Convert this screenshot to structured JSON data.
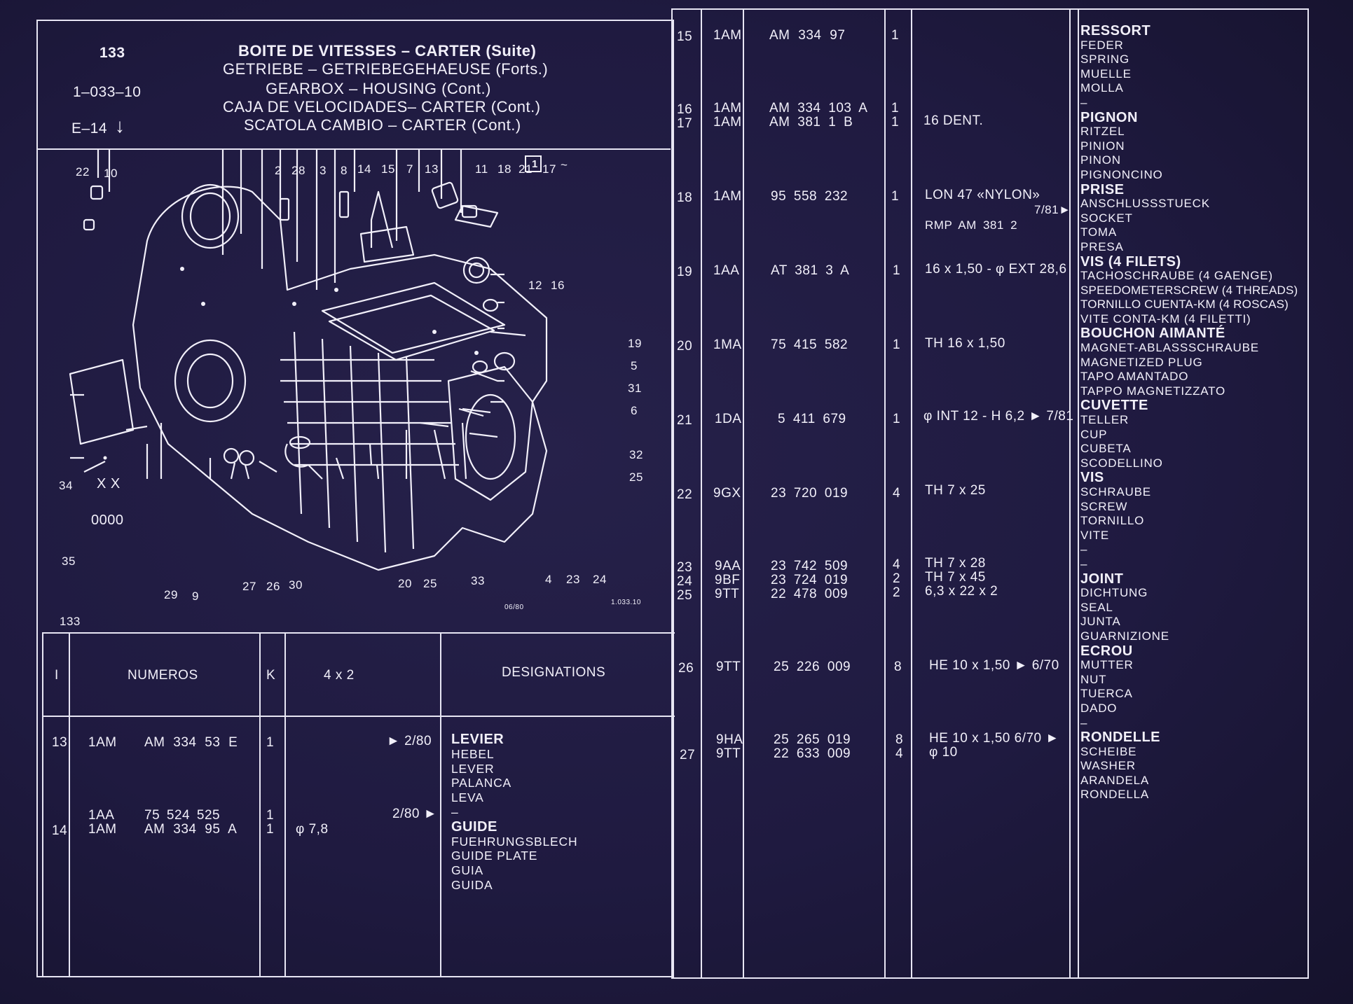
{
  "header": {
    "page": "133",
    "group": "1–033–10",
    "ref": "E–14",
    "arrow": "↓",
    "titles": [
      "BOITE DE VITESSES – CARTER (Suite)",
      "GETRIEBE – GETRIEBEGEHAEUSE (Forts.)",
      "GEARBOX – HOUSING (Cont.)",
      "CAJA DE VELOCIDADES– CARTER (Cont.)",
      "SCATOLA CAMBIO – CARTER (Cont.)"
    ]
  },
  "diagram": {
    "box_number": "1",
    "page_label": "133",
    "ref_code": "1.033.10",
    "date_code": "06/80",
    "callouts_top": [
      "22",
      "10",
      "2",
      "28",
      "3",
      "8",
      "14",
      "15",
      "7",
      "13",
      "11",
      "18",
      "21",
      "17",
      "~"
    ],
    "callouts_mid": [
      "12",
      "16"
    ],
    "callouts_right": [
      "19",
      "5",
      "31",
      "6",
      "32",
      "25"
    ],
    "callouts_left": [
      "34",
      "35"
    ],
    "callouts_bottom": [
      "29",
      "9",
      "27",
      "26",
      "30",
      "20",
      "25",
      "33",
      "4",
      "23",
      "24"
    ],
    "plate_text": [
      "X X",
      "0000"
    ]
  },
  "table_header": {
    "index": "I",
    "numbers": "NUMEROS",
    "k": "K",
    "variant": "4 x 2",
    "designations": "DESIGNATIONS"
  },
  "left_rows": [
    {
      "idx": "13",
      "code": "1AM",
      "number": "AM 334 53 E",
      "qty": "1",
      "note": "",
      "date": "► 2/80"
    },
    {
      "idx": "",
      "code": "1AA",
      "number": "75 524 525",
      "qty": "1",
      "note": "",
      "date": "2/80 ►"
    },
    {
      "idx": "14",
      "code": "1AM",
      "number": "AM 334 95 A",
      "qty": "1",
      "note": "φ 7,8",
      "date": ""
    }
  ],
  "left_designations": [
    {
      "head": "LEVIER",
      "lines": [
        "HEBEL",
        "LEVER",
        "PALANCA",
        "LEVA"
      ]
    },
    {
      "head": "–",
      "lines": []
    },
    {
      "head": "GUIDE",
      "lines": [
        "FUEHRUNGSBLECH",
        "GUIDE PLATE",
        "GUIA",
        "GUIDA"
      ]
    }
  ],
  "right_rows": [
    {
      "idx": "15",
      "code": "1AM",
      "number": "AM 334 97",
      "qty": "1",
      "note": ""
    },
    {
      "idx": "16",
      "code": "1AM",
      "number": "AM 334 103 A",
      "qty": "1",
      "note": ""
    },
    {
      "idx": "17",
      "code": "1AM",
      "number": "AM 381 1 B",
      "qty": "1",
      "note": "16 DENT."
    },
    {
      "idx": "18",
      "code": "1AM",
      "number": "95 558 232",
      "qty": "1",
      "note": "LON 47 «NYLON»"
    },
    {
      "idx": "",
      "code": "",
      "number": "",
      "qty": "",
      "note": "7/81►"
    },
    {
      "idx": "",
      "code": "",
      "number": "",
      "qty": "",
      "note": "RMP AM 381 2"
    },
    {
      "idx": "19",
      "code": "1AA",
      "number": "AT 381 3 A",
      "qty": "1",
      "note": "16 x 1,50 - φ EXT 28,6"
    },
    {
      "idx": "20",
      "code": "1MA",
      "number": "75 415 582",
      "qty": "1",
      "note": "TH 16 x 1,50"
    },
    {
      "idx": "21",
      "code": "1DA",
      "number": "5 411 679",
      "qty": "1",
      "note": "φ INT 12 - H 6,2 ► 7/81"
    },
    {
      "idx": "22",
      "code": "9GX",
      "number": "23 720 019",
      "qty": "4",
      "note": "TH 7 x 25"
    },
    {
      "idx": "23",
      "code": "9AA",
      "number": "23 742 509",
      "qty": "4",
      "note": "TH 7 x 28"
    },
    {
      "idx": "24",
      "code": "9BF",
      "number": "23 724 019",
      "qty": "2",
      "note": "TH 7 x 45"
    },
    {
      "idx": "25",
      "code": "9TT",
      "number": "22 478 009",
      "qty": "2",
      "note": "6,3 x 22 x 2"
    },
    {
      "idx": "26",
      "code": "9TT",
      "number": "25 226 009",
      "qty": "8",
      "note": "HE 10 x 1,50 ► 6/70"
    },
    {
      "idx": "",
      "code": "9HA",
      "number": "25 265 019",
      "qty": "8",
      "note": "HE 10 x 1,50 6/70 ►"
    },
    {
      "idx": "27",
      "code": "9TT",
      "number": "22 633 009",
      "qty": "4",
      "note": "φ 10"
    }
  ],
  "right_designations": [
    {
      "head": "RESSORT",
      "lines": [
        "FEDER",
        "SPRING",
        "MUELLE",
        "MOLLA",
        "–"
      ]
    },
    {
      "head": "PIGNON",
      "lines": [
        "RITZEL",
        "PINION",
        "PINON",
        "PIGNONCINO"
      ]
    },
    {
      "head": "PRISE",
      "lines": [
        "ANSCHLUSSSTUECK",
        "SOCKET",
        "TOMA",
        "PRESA"
      ]
    },
    {
      "head": "VIS (4 FILETS)",
      "lines": [
        "TACHOSCHRAUBE (4 GAENGE)",
        "SPEEDOMETERSCREW (4 THREADS)",
        "TORNILLO CUENTA-KM (4 ROSCAS)",
        "VITE CONTA-KM (4 FILETTI)"
      ]
    },
    {
      "head": "BOUCHON AIMANTÉ",
      "lines": [
        "MAGNET-ABLASSSCHRAUBE",
        "MAGNETIZED PLUG",
        "TAPO AMANTADO",
        "TAPPO MAGNETIZZATO"
      ]
    },
    {
      "head": "CUVETTE",
      "lines": [
        "TELLER",
        "CUP",
        "CUBETA",
        "SCODELLINO"
      ]
    },
    {
      "head": "VIS",
      "lines": [
        "SCHRAUBE",
        "SCREW",
        "TORNILLO",
        "VITE",
        "–",
        "–"
      ]
    },
    {
      "head": "JOINT",
      "lines": [
        "DICHTUNG",
        "SEAL",
        "JUNTA",
        "GUARNIZIONE"
      ]
    },
    {
      "head": "ECROU",
      "lines": [
        "MUTTER",
        "NUT",
        "TUERCA",
        "DADO",
        "–"
      ]
    },
    {
      "head": "RONDELLE",
      "lines": [
        "SCHEIBE",
        "WASHER",
        "ARANDELA",
        "RONDELLA"
      ]
    }
  ],
  "colors": {
    "background": "#1f1a40",
    "ink": "#f2f0fa"
  }
}
